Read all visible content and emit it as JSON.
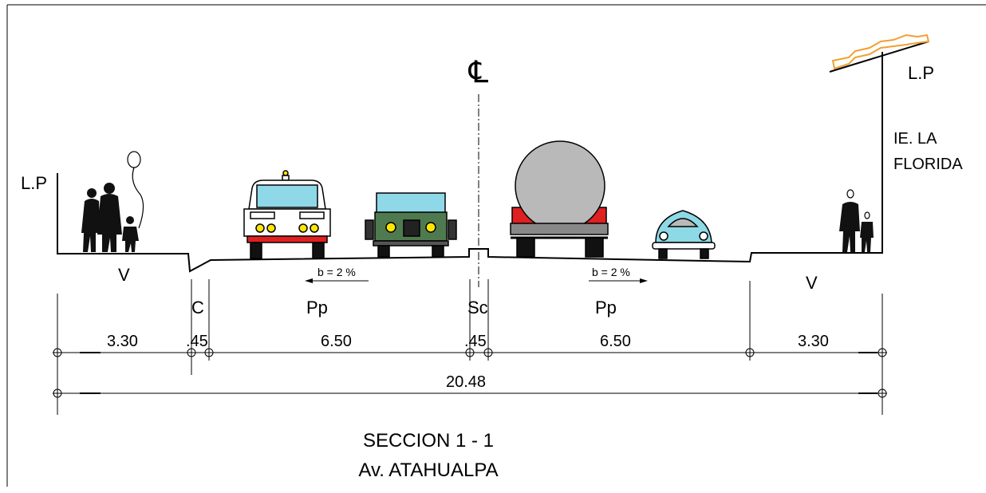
{
  "labels": {
    "lp_left": "L.P",
    "lp_right": "L.P",
    "school": [
      "IE. LA",
      "FLORIDA"
    ],
    "centerline": "℄",
    "zone_v_left": "V",
    "zone_v_right": "V",
    "zone_c": "C",
    "zone_pp_left": "Pp",
    "zone_sc": "Sc",
    "zone_pp_right": "Pp",
    "slope_left": "b = 2 %",
    "slope_right": "b = 2 %"
  },
  "dimensions": {
    "v_left": "3.30",
    "c": ".45",
    "pp_left": "6.50",
    "sc": ".45",
    "pp_right": "6.50",
    "v_right": "3.30",
    "total": "20.48"
  },
  "title": {
    "line1": "SECCION 1 - 1",
    "line2": "Av. ATAHUALPA"
  },
  "icons": [
    "pedestrian-family-icon",
    "balloon-icon",
    "truck-front-icon",
    "jeep-front-icon",
    "tanker-truck-icon",
    "beetle-car-icon",
    "pedestrian-pair-icon",
    "roof-tiles-icon"
  ],
  "colors": {
    "line": "#000000",
    "truck_windshield": "#8fd8e8",
    "truck_bumper": "#e02020",
    "headlight": "#ffe600",
    "jeep_body": "#4f7a4f",
    "tanker": "#b9b9b9",
    "tanker_red": "#e02020",
    "beetle": "#8ed9e6",
    "roof": "#f0a030"
  }
}
